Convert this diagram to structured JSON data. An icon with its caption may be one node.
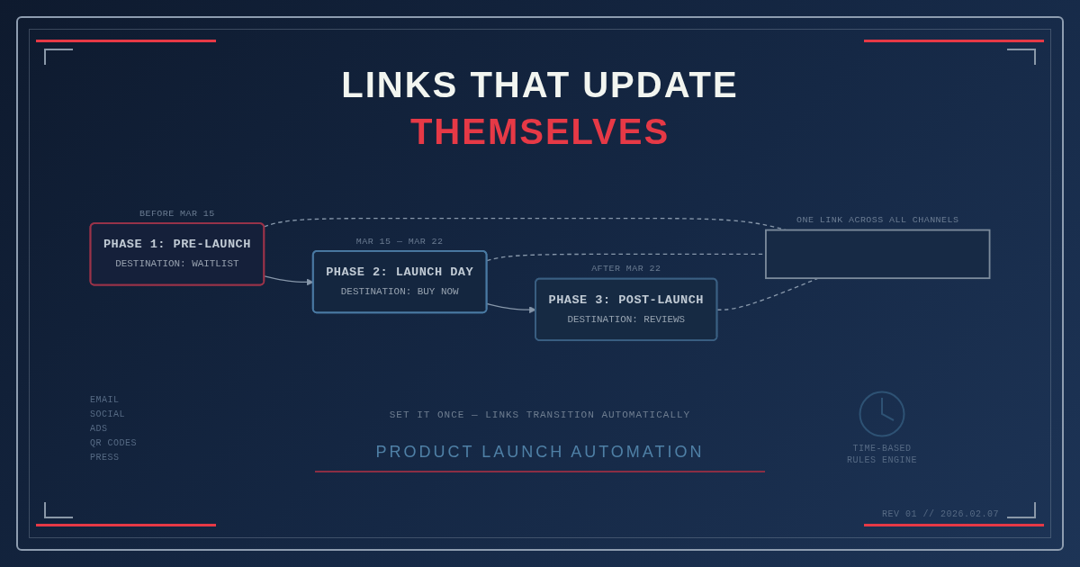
{
  "diagram": {
    "title": "LINKS THAT UPDATE THEMSELVES",
    "caption": "PRODUCT LAUNCH AUTOMATION",
    "nodes": [
      {
        "text": [
          "PHASE 1: PRE-LAUNCH",
          "DESTINATION: WAITLIST"
        ],
        "beside": [
          "BEFORE MAR 15"
        ]
      },
      {
        "text": [
          "PHASE 2: LAUNCH DAY",
          "DESTINATION: BUY NOW"
        ],
        "beside": [
          "MAR 15 — MAR 22"
        ]
      },
      {
        "text": [
          "PHASE 3: POST-LAUNCH",
          "DESTINATION: REVIEWS"
        ],
        "beside": [
          "AFTER MAR 22"
        ]
      },
      {
        "text": [],
        "shape": "box",
        "beside": [
          "ONE LINK ACROSS ALL CHANNELS"
        ]
      }
    ],
    "edges": [
      {
        "from": 0,
        "to": 1,
        "arrow": "to"
      },
      {
        "from": 1,
        "to": 2,
        "arrow": "to"
      },
      {
        "from": 0,
        "to": 3,
        "arrow": "none",
        "style": "dashed"
      },
      {
        "from": 1,
        "to": 3,
        "arrow": "none",
        "style": "dashed"
      },
      {
        "from": 2,
        "to": 3,
        "arrow": "none",
        "style": "dashed"
      }
    ],
    "labels": [
      "EMAIL",
      "SOCIAL",
      "ADS",
      "QR CODES",
      "PRESS",
      "TIME-BASED RULES ENGINE",
      "SET IT ONCE — LINKS TRANSITION AUTOMATICALLY",
      "REV 01 // 2026.02.07"
    ]
  }
}
